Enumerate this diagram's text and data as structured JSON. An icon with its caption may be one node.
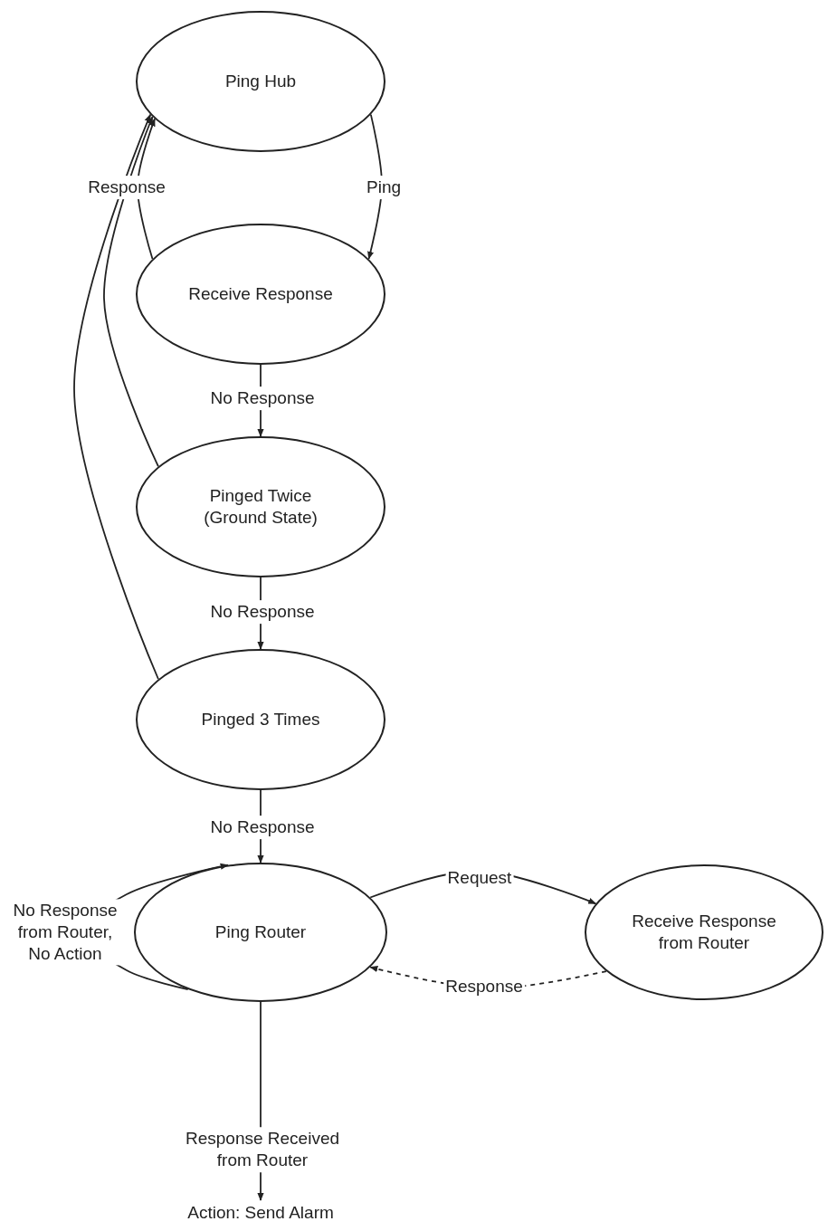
{
  "diagram": {
    "nodes": [
      {
        "text": [
          "Ping Hub"
        ]
      },
      {
        "text": [
          "Receive Response"
        ]
      },
      {
        "text": [
          "Pinged Twice (Ground State)"
        ]
      },
      {
        "text": [
          "Pinged 3 Times"
        ]
      },
      {
        "text": [
          "Ping Router"
        ]
      },
      {
        "text": [
          "Receive Response from Router"
        ]
      },
      {
        "text": [
          "Action: Send Alarm"
        ]
      }
    ],
    "edges": [
      {
        "from": 0,
        "to": 1,
        "arrow": "to",
        "label": "Ping"
      },
      {
        "from": 1,
        "to": 0,
        "arrow": "to",
        "label": "Response"
      },
      {
        "from": 1,
        "to": 2,
        "arrow": "to",
        "label": "No Response"
      },
      {
        "from": 2,
        "to": 0,
        "arrow": "to"
      },
      {
        "from": 3,
        "to": 0,
        "arrow": "to"
      },
      {
        "from": 2,
        "to": 3,
        "arrow": "to",
        "label": "No Response"
      },
      {
        "from": 3,
        "to": 4,
        "arrow": "to",
        "label": "No Response"
      },
      {
        "from": 4,
        "to": 4,
        "arrow": "to",
        "label": "No Response from Router, No Action"
      },
      {
        "from": 4,
        "to": 5,
        "arrow": "to",
        "label": "Request"
      },
      {
        "from": 5,
        "to": 4,
        "arrow": "to",
        "label": "Response",
        "style": "dashed"
      },
      {
        "from": 4,
        "to": 6,
        "arrow": "to",
        "label": "Response Received from Router"
      }
    ]
  }
}
